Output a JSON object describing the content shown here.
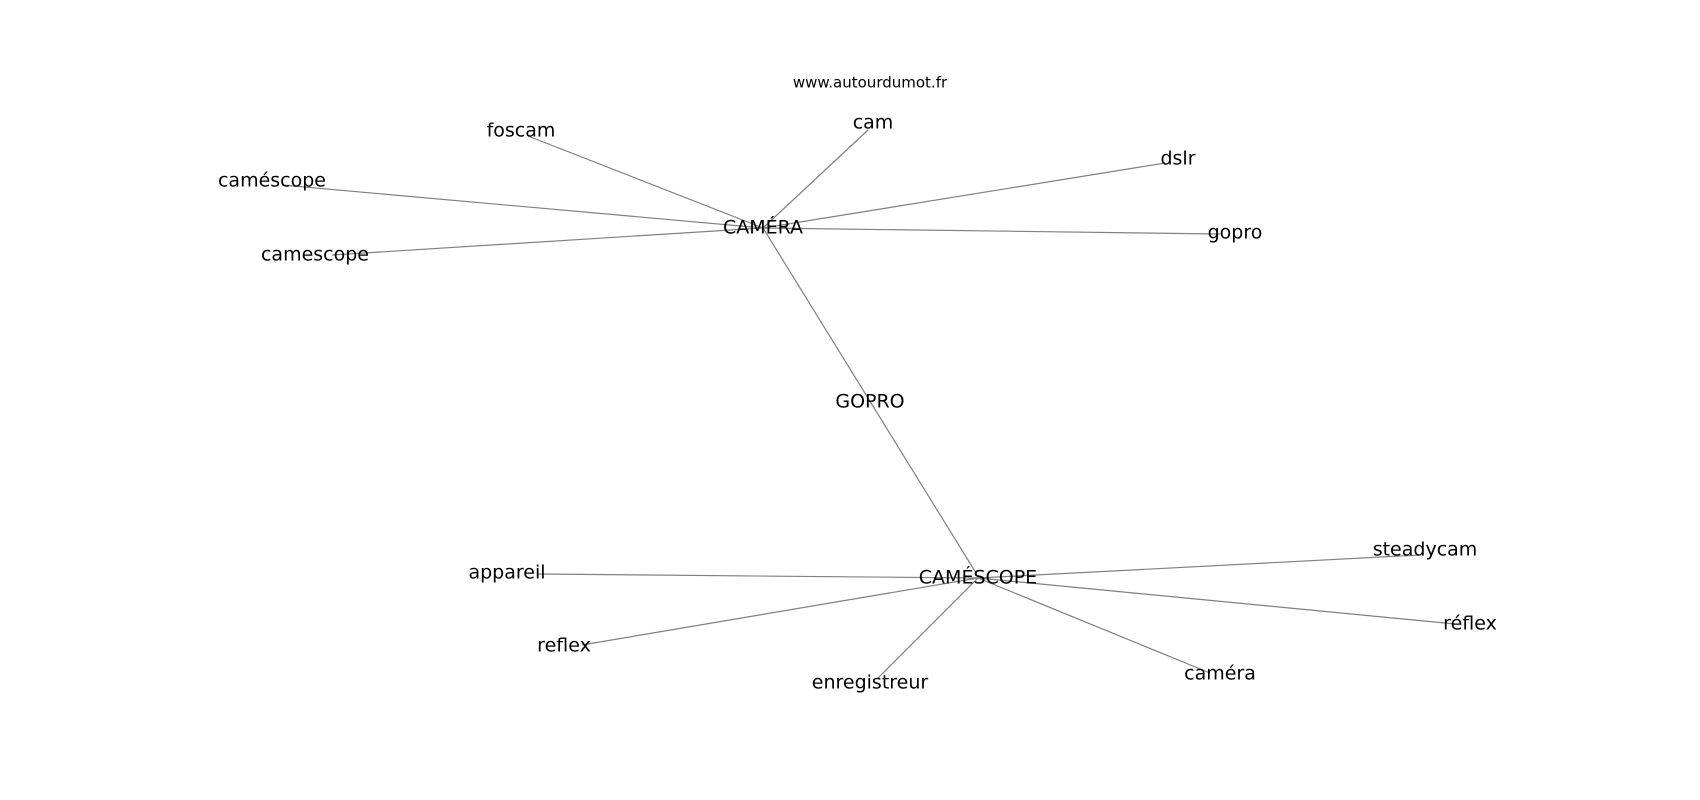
{
  "watermark": "www.autourdumot.fr",
  "graph": {
    "nodes": [
      {
        "id": "camera_hub",
        "label": "CAMÉRA"
      },
      {
        "id": "gopro_hub",
        "label": "GOPRO"
      },
      {
        "id": "camescope_hub",
        "label": "CAMÉSCOPE"
      },
      {
        "id": "foscam",
        "label": "foscam"
      },
      {
        "id": "cam",
        "label": "cam"
      },
      {
        "id": "dslr",
        "label": "dslr"
      },
      {
        "id": "camescope_accent",
        "label": "caméscope"
      },
      {
        "id": "camescope_plain",
        "label": "camescope"
      },
      {
        "id": "gopro",
        "label": "gopro"
      },
      {
        "id": "appareil",
        "label": "appareil"
      },
      {
        "id": "reflex",
        "label": "reflex"
      },
      {
        "id": "enregistreur",
        "label": "enregistreur"
      },
      {
        "id": "camera_lower",
        "label": "caméra"
      },
      {
        "id": "steadycam",
        "label": "steadycam"
      },
      {
        "id": "reflex_accent",
        "label": "réflex"
      }
    ],
    "edges": [
      {
        "source": "camera_hub",
        "target": "foscam"
      },
      {
        "source": "camera_hub",
        "target": "cam"
      },
      {
        "source": "camera_hub",
        "target": "dslr"
      },
      {
        "source": "camera_hub",
        "target": "camescope_accent"
      },
      {
        "source": "camera_hub",
        "target": "camescope_plain"
      },
      {
        "source": "camera_hub",
        "target": "gopro"
      },
      {
        "source": "camera_hub",
        "target": "camescope_hub"
      },
      {
        "source": "camescope_hub",
        "target": "appareil"
      },
      {
        "source": "camescope_hub",
        "target": "reflex"
      },
      {
        "source": "camescope_hub",
        "target": "enregistreur"
      },
      {
        "source": "camescope_hub",
        "target": "camera_lower"
      },
      {
        "source": "camescope_hub",
        "target": "steadycam"
      },
      {
        "source": "camescope_hub",
        "target": "reflex_accent"
      }
    ]
  }
}
